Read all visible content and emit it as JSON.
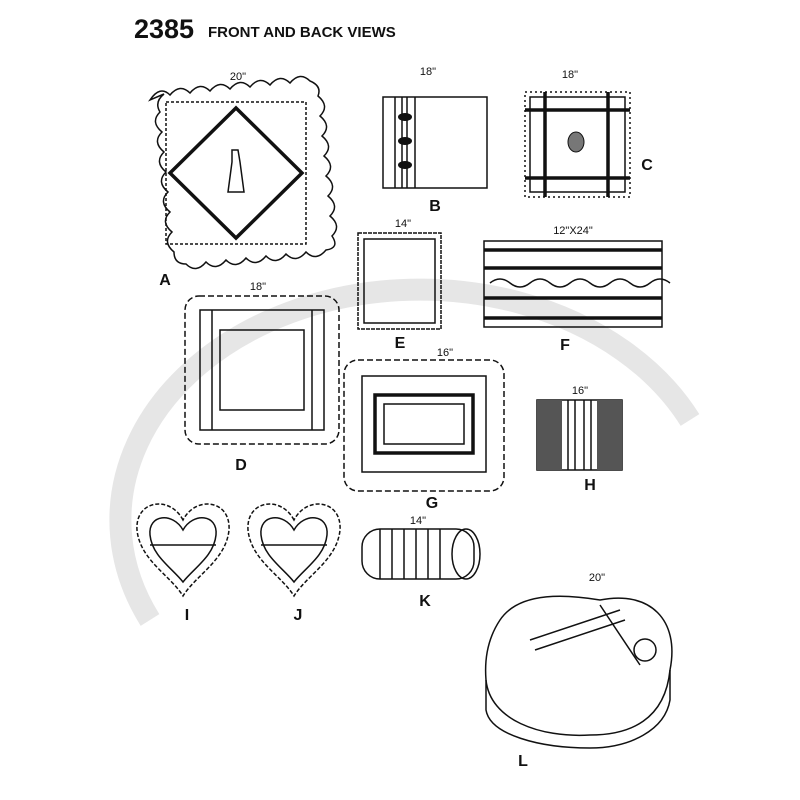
{
  "header": {
    "pattern_number": "2385",
    "title": "FRONT AND BACK VIEWS"
  },
  "views": [
    {
      "label": "A",
      "size": "20\""
    },
    {
      "label": "B",
      "size": "18\""
    },
    {
      "label": "C",
      "size": "18\""
    },
    {
      "label": "D",
      "size": "18\""
    },
    {
      "label": "E",
      "size": "14\""
    },
    {
      "label": "F",
      "size": "12\"X24\""
    },
    {
      "label": "G",
      "size": "16\""
    },
    {
      "label": "H",
      "size": "16\""
    },
    {
      "label": "I"
    },
    {
      "label": "J"
    },
    {
      "label": "K",
      "size": "14\""
    },
    {
      "label": "L",
      "size": "20\""
    }
  ]
}
